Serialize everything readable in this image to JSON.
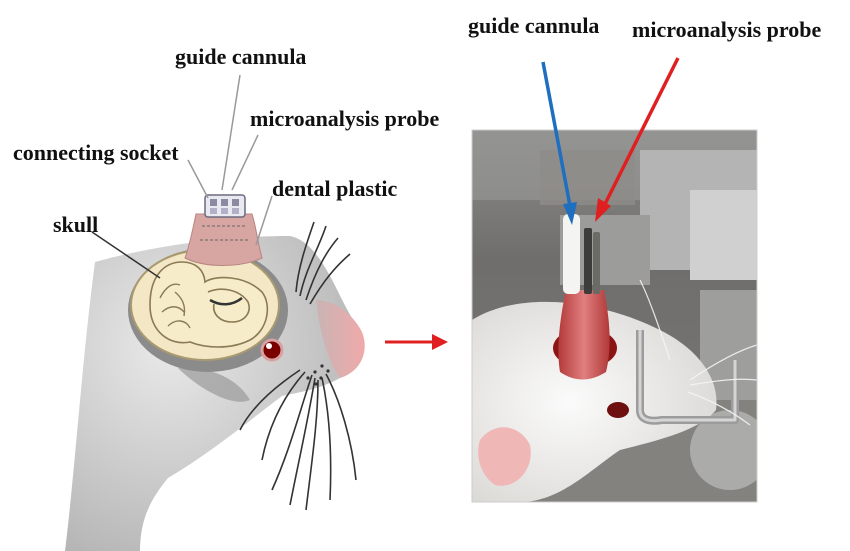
{
  "labels": {
    "left_guide_cannula": "guide cannula",
    "left_microanalysis_probe": "microanalysis probe",
    "connecting_socket": "connecting socket",
    "dental_plastic": "dental plastic",
    "skull": "skull",
    "right_guide_cannula": "guide cannula",
    "right_microanalysis_probe": "microanalysis probe"
  },
  "colors": {
    "blue_arrow": "#1f6fc0",
    "red_arrow": "#e02020",
    "transition_arrow": "#e02020"
  }
}
